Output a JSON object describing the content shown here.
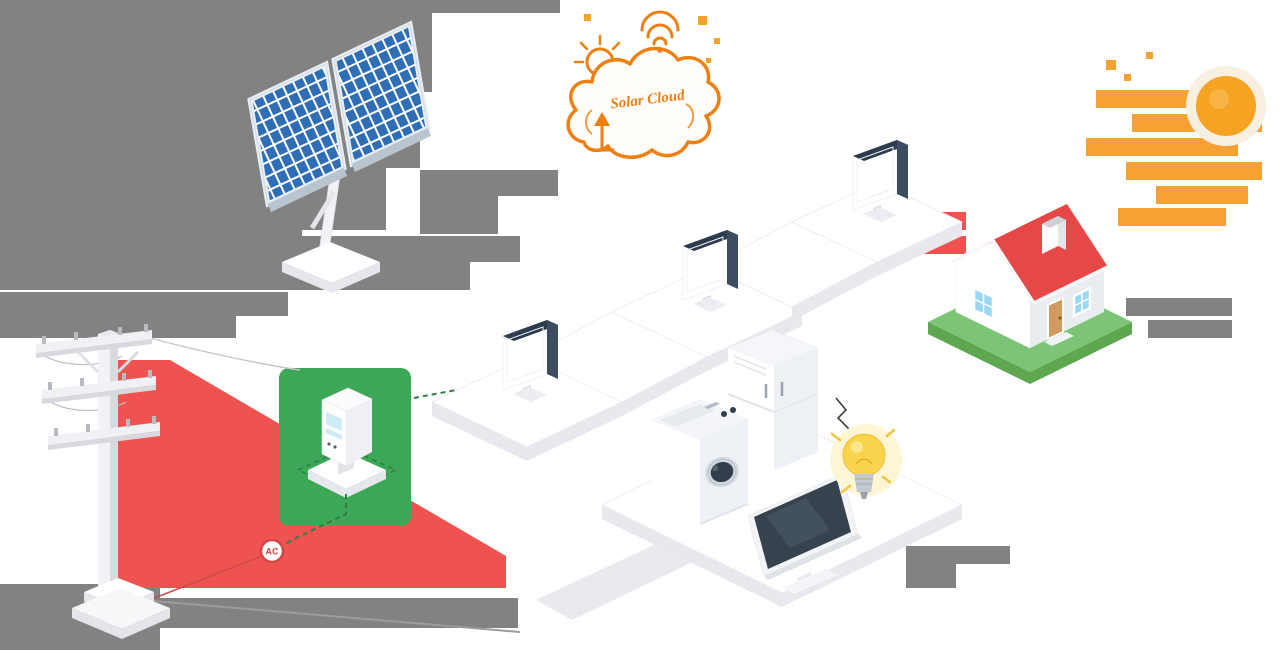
{
  "illustration": {
    "title": "Isometric solar energy smart home system",
    "labels": {
      "solar_cloud": "Solar Cloud",
      "ac_badge": "AC"
    },
    "colors": {
      "solar_panel_blue": "#2f6db5",
      "cloud_orange": "#ee7f12",
      "sun_orange": "#f6a223",
      "roof_red": "#e64848",
      "banner_red": "#ef5350",
      "grass_green": "#7cc576",
      "meter_panel_green": "#3ca757",
      "dashed_line_green": "#2e7d46",
      "bulb_yellow": "#f8d44c",
      "device_navy": "#2c3b4d",
      "background_gray": "#828282",
      "platform_white": "#ffffff",
      "platform_shadow": "#e8e9ef"
    },
    "components": [
      {
        "id": "solar-panel-array",
        "label": "Solar panels"
      },
      {
        "id": "solar-cloud",
        "label": "Solar cloud monitoring"
      },
      {
        "id": "wifi-icon",
        "label": "WiFi signal"
      },
      {
        "id": "sun",
        "label": "Sun"
      },
      {
        "id": "power-pole",
        "label": "Utility power pole"
      },
      {
        "id": "smart-meter",
        "label": "Smart energy meter"
      },
      {
        "id": "ac-badge",
        "label": "AC connection"
      },
      {
        "id": "inverter-units",
        "label": "Wall inverters"
      },
      {
        "id": "refrigerator",
        "label": "Refrigerator"
      },
      {
        "id": "washing-machine",
        "label": "Washing machine"
      },
      {
        "id": "television",
        "label": "Television"
      },
      {
        "id": "light-bulb",
        "label": "Light bulb"
      },
      {
        "id": "house",
        "label": "House"
      }
    ]
  }
}
